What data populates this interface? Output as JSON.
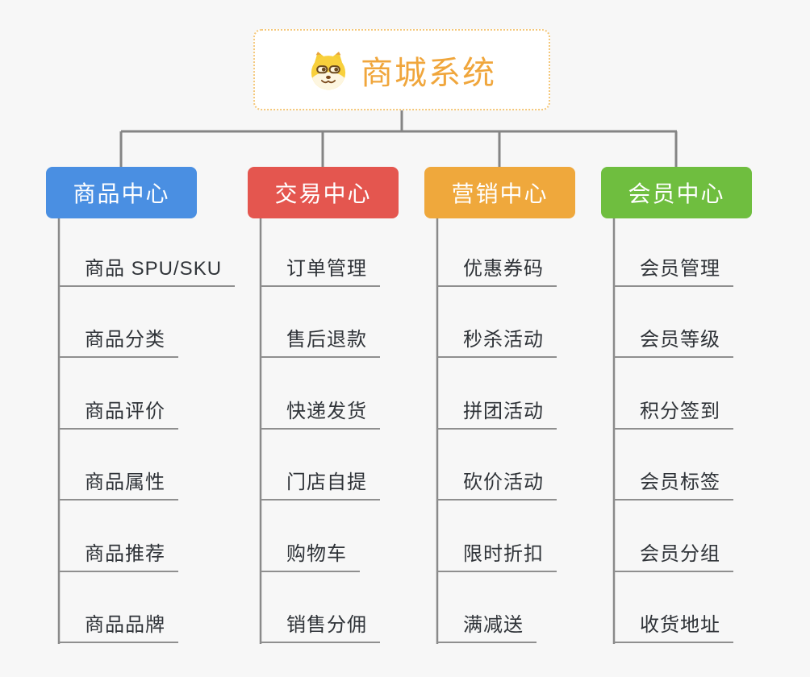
{
  "root": {
    "title": "商城系统",
    "icon": "doge-face-icon",
    "title_color": "#F0A63C",
    "border_color": "#F4C779"
  },
  "connector_color": "#8A8A8A",
  "branches": [
    {
      "label": "商品中心",
      "color": "#4A8FE2",
      "children": [
        "商品 SPU/SKU",
        "商品分类",
        "商品评价",
        "商品属性",
        "商品推荐",
        "商品品牌"
      ]
    },
    {
      "label": "交易中心",
      "color": "#E4564F",
      "children": [
        "订单管理",
        "售后退款",
        "快递发货",
        "门店自提",
        "购物车",
        "销售分佣"
      ]
    },
    {
      "label": "营销中心",
      "color": "#EFA83C",
      "children": [
        "优惠券码",
        "秒杀活动",
        "拼团活动",
        "砍价活动",
        "限时折扣",
        "满减送"
      ]
    },
    {
      "label": "会员中心",
      "color": "#6FBE3F",
      "children": [
        "会员管理",
        "会员等级",
        "积分签到",
        "会员标签",
        "会员分组",
        "收货地址"
      ]
    }
  ]
}
